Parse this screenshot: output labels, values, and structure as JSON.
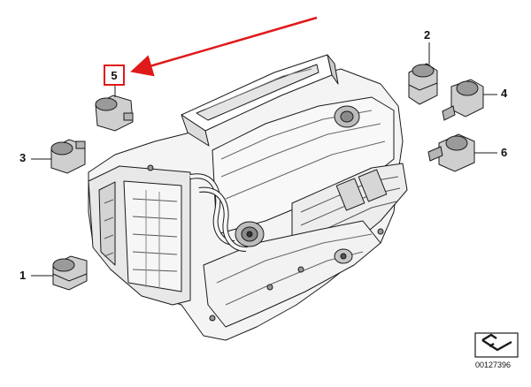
{
  "callouts": {
    "part_1": "1",
    "part_2": "2",
    "part_3": "3",
    "part_4": "4",
    "part_5": "5",
    "part_6": "6"
  },
  "reference_number": "00127396",
  "colors": {
    "highlight": "#e0191b",
    "line": "#1a1a1a",
    "fill_light": "#f0f0f0",
    "fill_mid": "#cfcfcf",
    "fill_dark": "#8a8a8a"
  },
  "icons": {
    "pointer": "red-arrow-icon",
    "catalog_symbol": "catalog-symbol-icon"
  }
}
